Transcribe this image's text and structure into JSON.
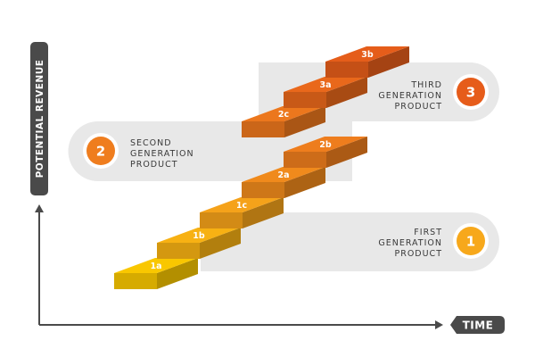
{
  "axes": {
    "y_label": "POTENTIAL REVENUE",
    "x_label": "TIME"
  },
  "generations": [
    {
      "number": "1",
      "line1": "FIRST",
      "line2": "GENERATION",
      "line3": "PRODUCT"
    },
    {
      "number": "2",
      "line1": "SECOND",
      "line2": "GENERATION",
      "line3": "PRODUCT"
    },
    {
      "number": "3",
      "line1": "THIRD",
      "line2": "GENERATION",
      "line3": "PRODUCT"
    }
  ],
  "steps": [
    {
      "label": "1a",
      "color": "#f9c700"
    },
    {
      "label": "1b",
      "color": "#f7b113"
    },
    {
      "label": "1c",
      "color": "#f5a21a"
    },
    {
      "label": "2a",
      "color": "#f08a1c"
    },
    {
      "label": "2b",
      "color": "#ee7d1d"
    },
    {
      "label": "2c",
      "color": "#ec771d"
    },
    {
      "label": "3a",
      "color": "#e9681b"
    },
    {
      "label": "3b",
      "color": "#e55d1a"
    }
  ],
  "colors": {
    "axis": "#4a4a4a",
    "band": "#e8e8e8",
    "badge_1": "#f7a81b",
    "badge_2": "#ef7d1e",
    "badge_3": "#e65c1a"
  }
}
